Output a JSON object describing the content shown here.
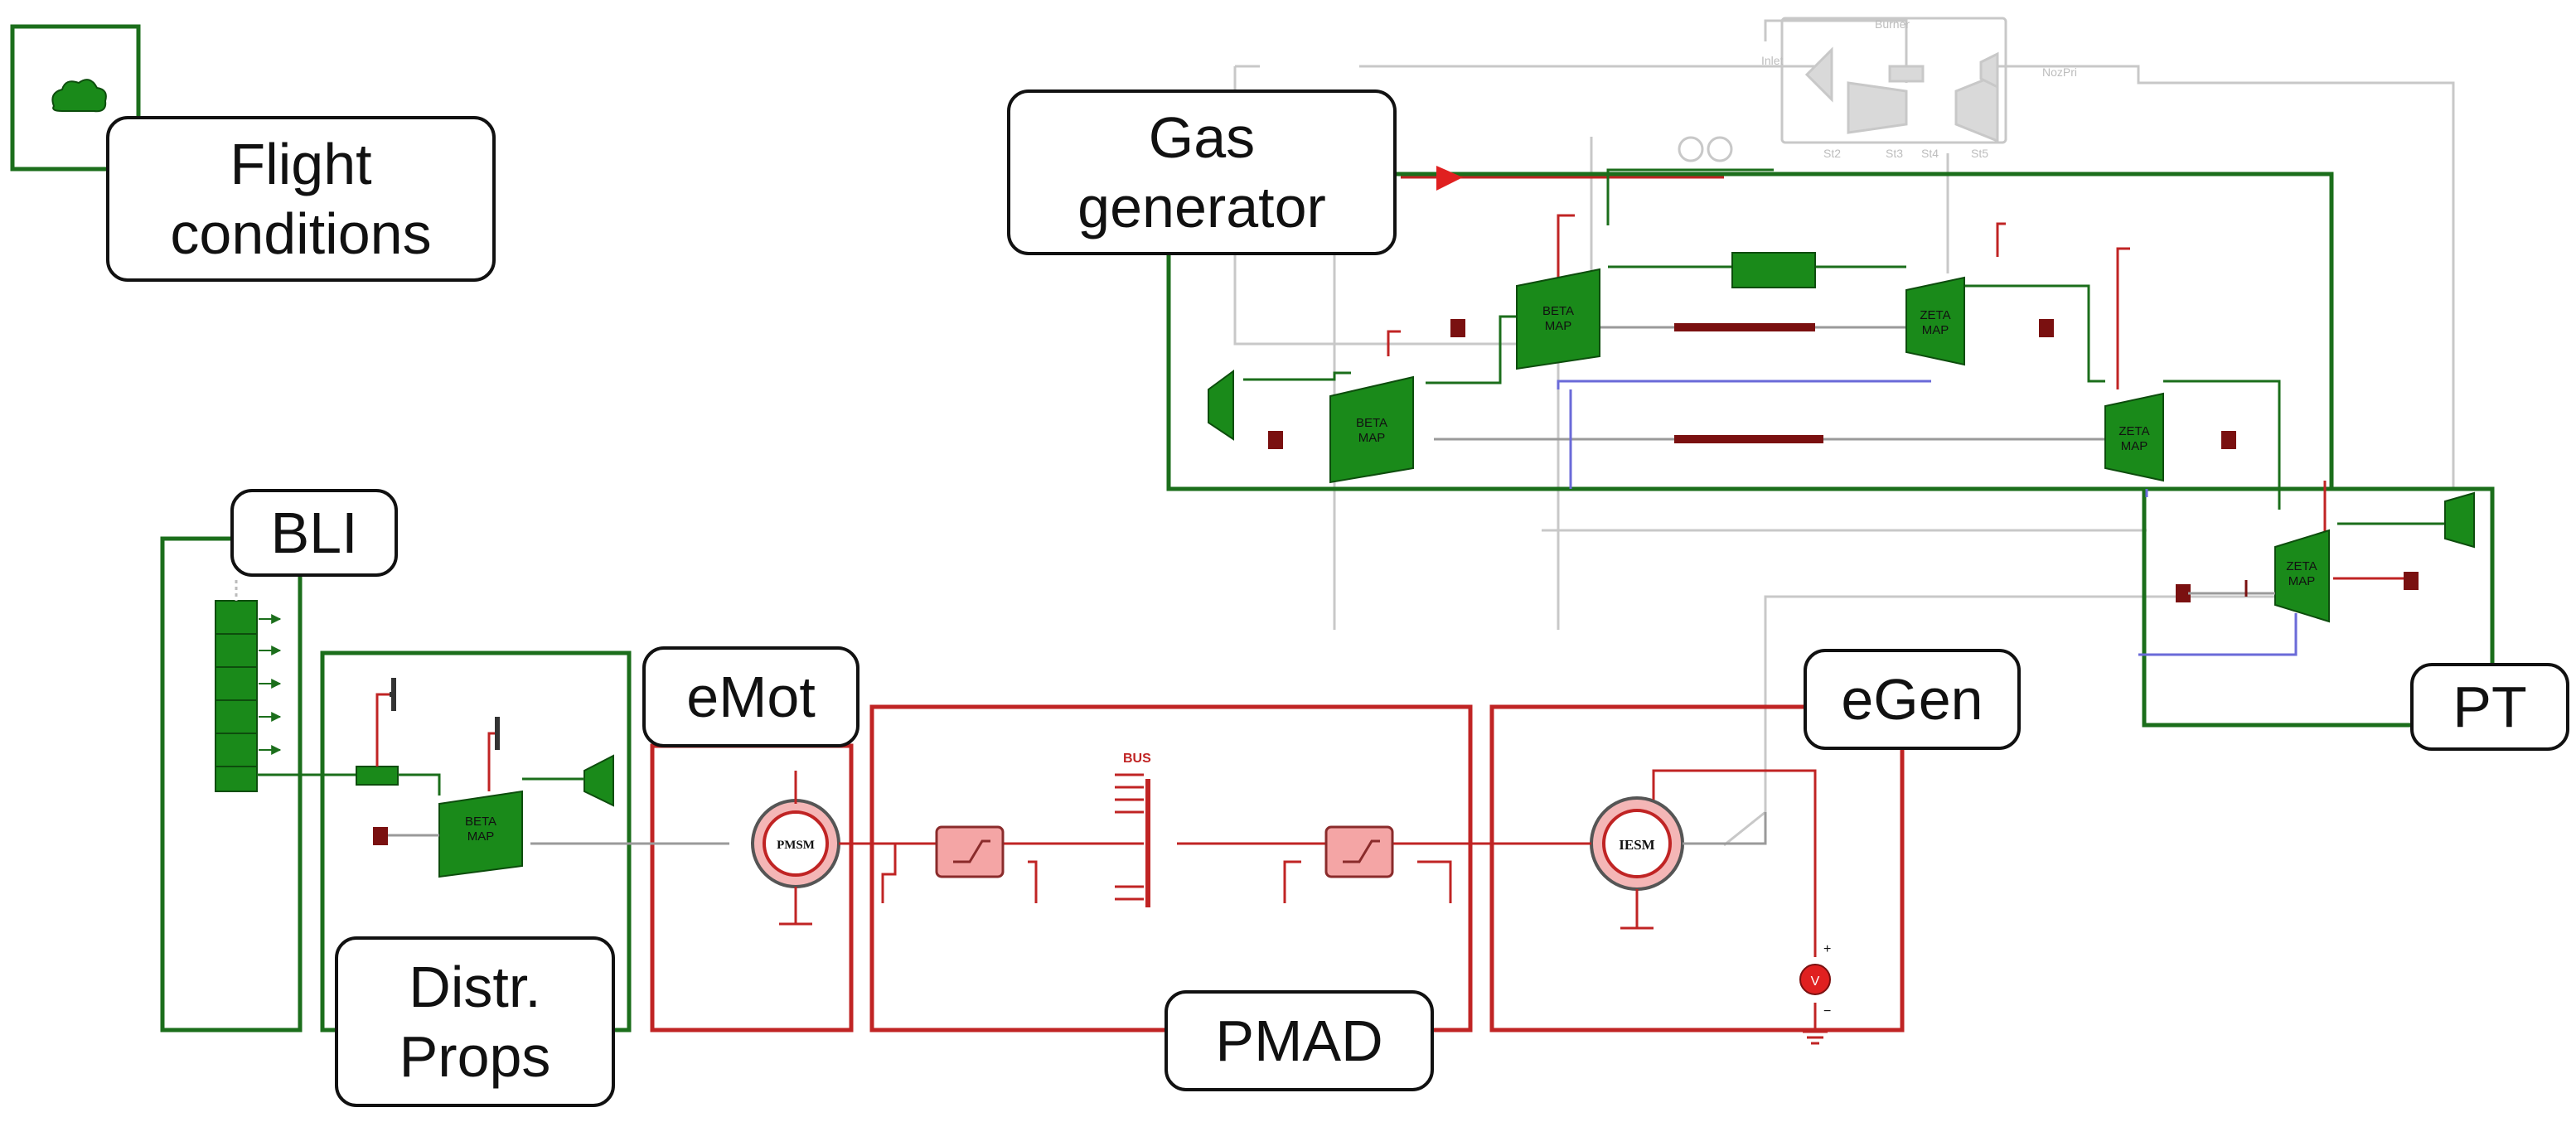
{
  "colors": {
    "green": "#1b6e1b",
    "green_fill": "#1a8a1a",
    "red": "#c02424",
    "dark_red": "#7a1010",
    "blue": "#6a6ad8",
    "grey": "#bdbdbd",
    "label_border": "#111111"
  },
  "labels": {
    "flight_conditions": [
      "Flight",
      "conditions"
    ],
    "gas_generator": [
      "Gas",
      "generator"
    ],
    "bli": "BLI",
    "distr_props": [
      "Distr.",
      "Props"
    ],
    "emot": "eMot",
    "pmad": "PMAD",
    "egen": "eGen",
    "pt": "PT"
  },
  "component_text": {
    "beta_map": [
      "BETA",
      "MAP"
    ],
    "zeta_map": [
      "ZETA",
      "MAP"
    ],
    "pmsm": "PMSM",
    "iesm": "IESM",
    "bus": "BUS",
    "voltmeter": "V",
    "plus": "+",
    "minus": "−"
  },
  "faded_engine_text": {
    "burner": "Burner",
    "inlet": "Inlet",
    "nozzle": "NozPri",
    "st2": "St2",
    "st3": "St3",
    "st4": "St4",
    "st5": "St5"
  }
}
